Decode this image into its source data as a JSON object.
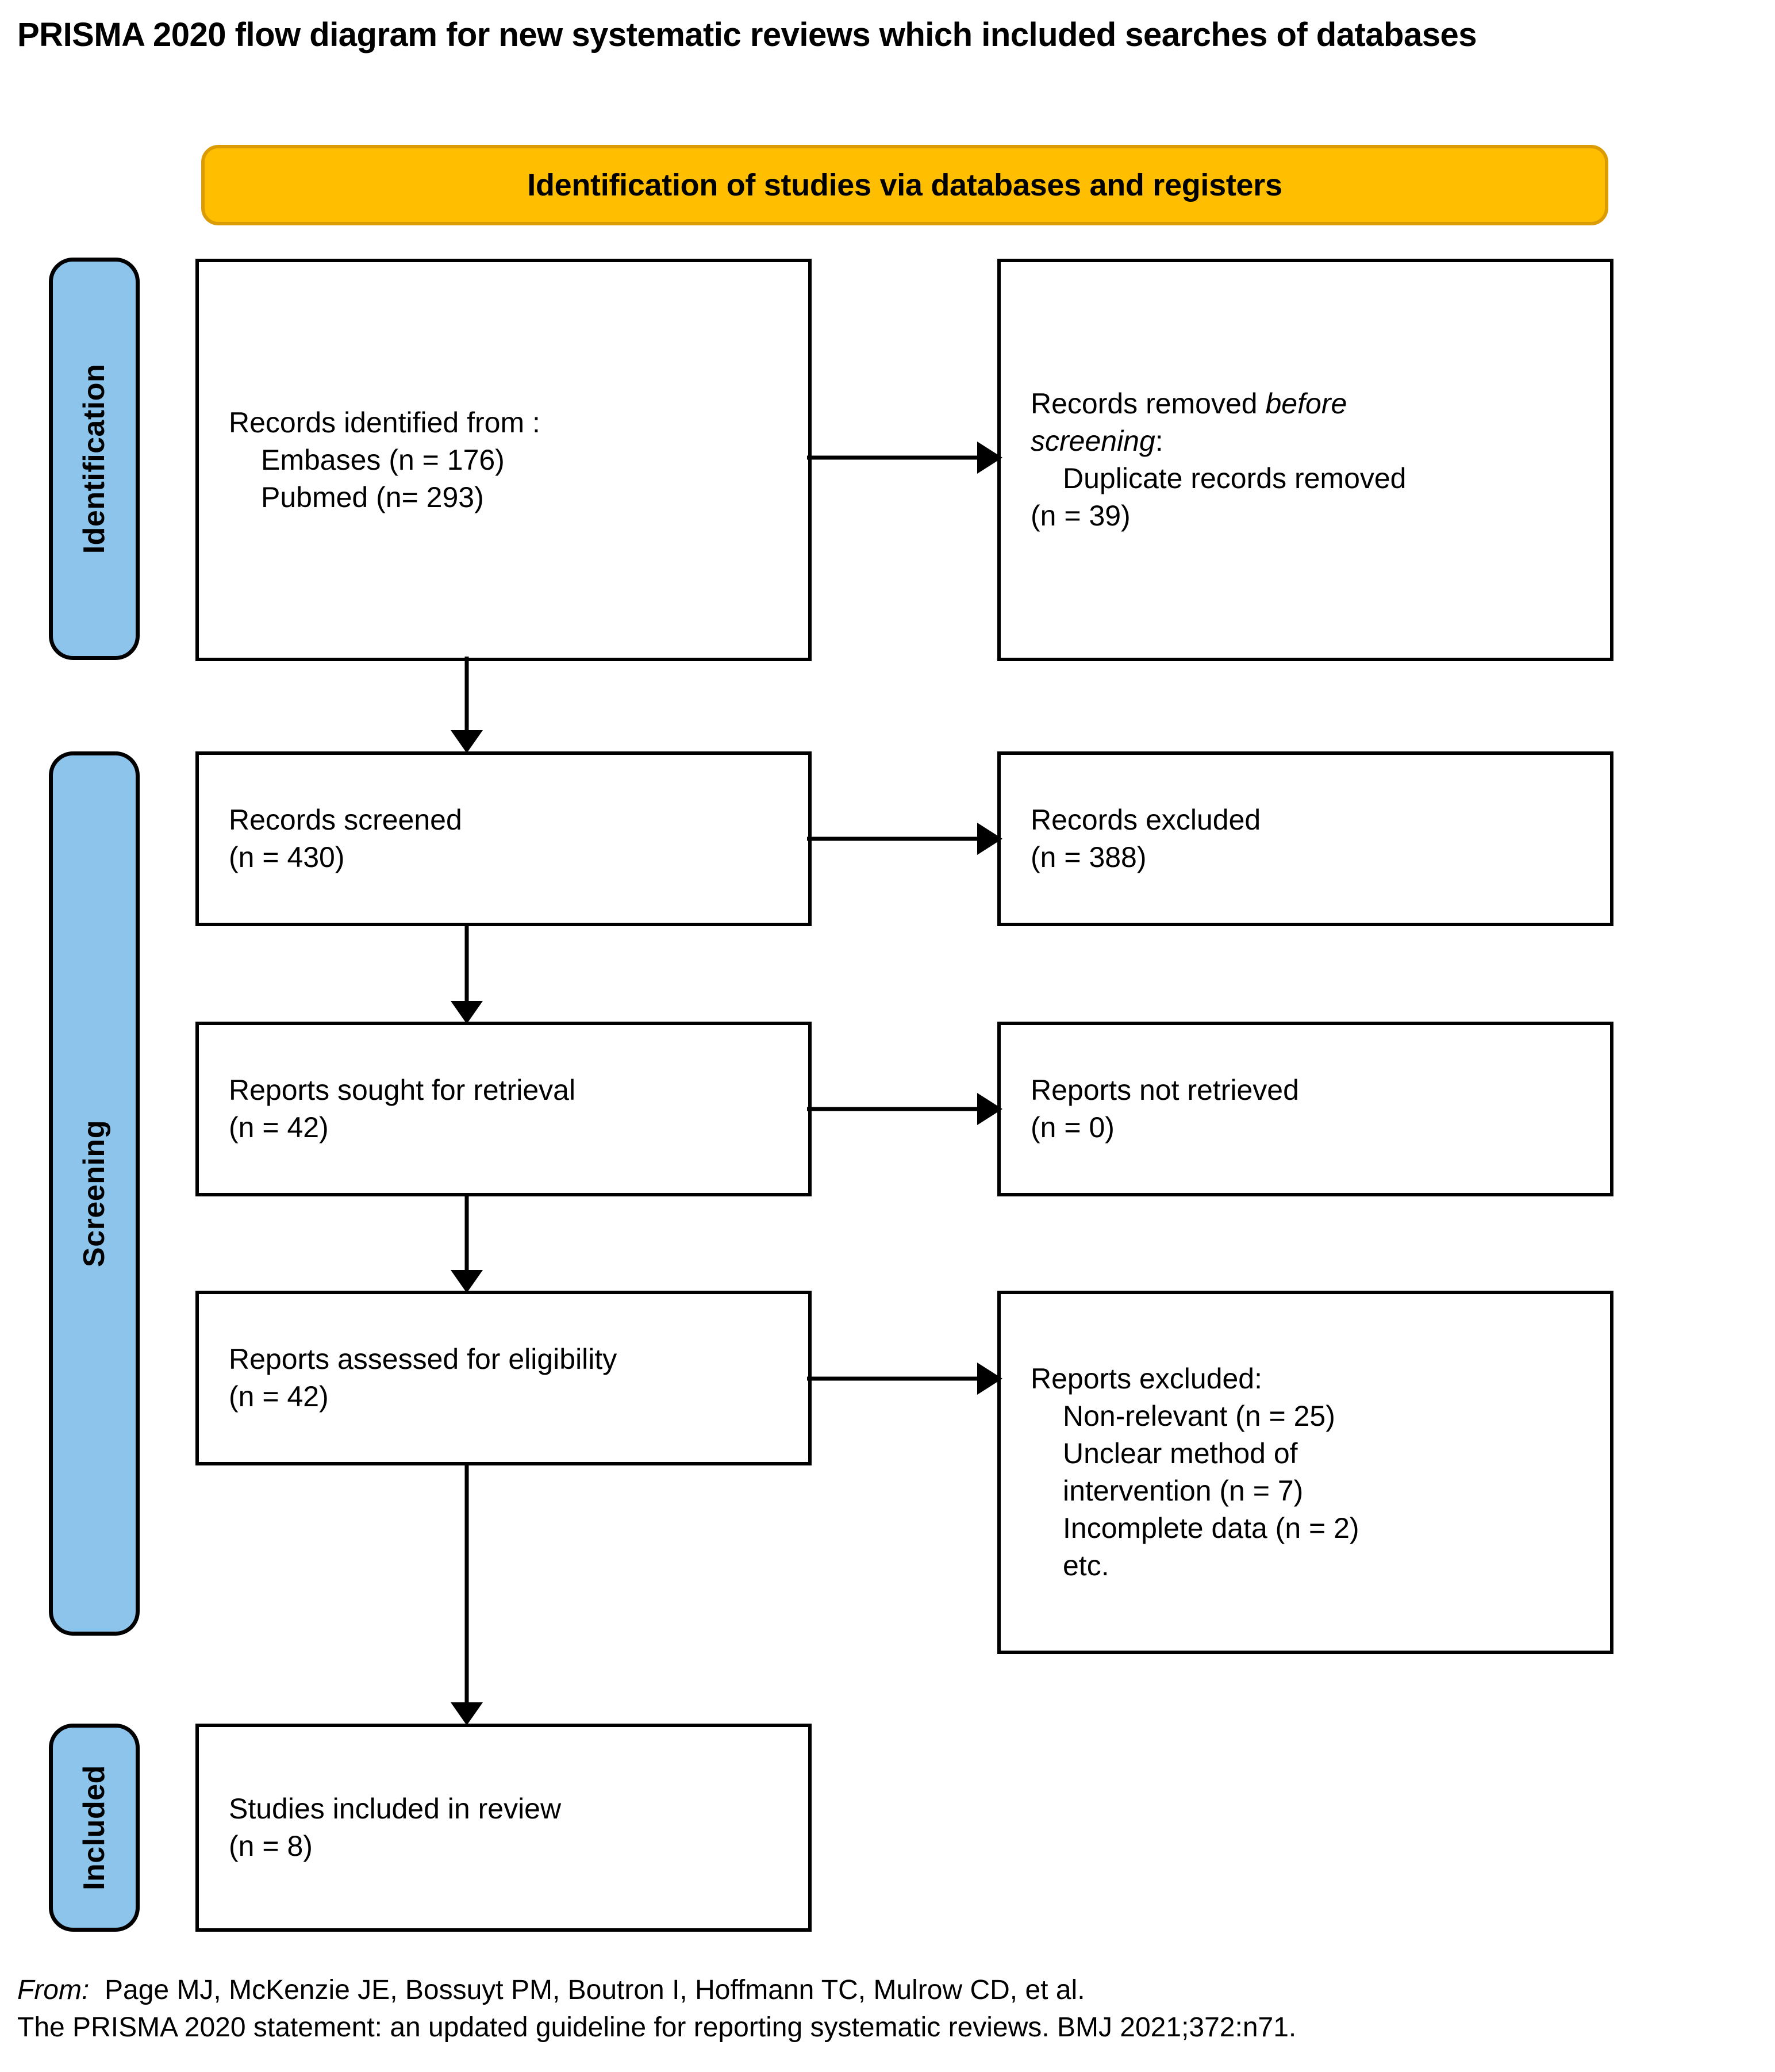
{
  "title": "PRISMA 2020 flow diagram for new systematic reviews which included searches of databases",
  "colors": {
    "stage_bar_fill": "#8CC4EC",
    "banner_fill": "#FFBF00",
    "banner_border": "#DB9B05",
    "box_border": "#000000",
    "text": "#000000",
    "page_background": "#FFFFFF"
  },
  "stages": [
    {
      "id": "identification",
      "label": "Identification"
    },
    {
      "id": "screening",
      "label": "Screening"
    },
    {
      "id": "included",
      "label": "Included"
    }
  ],
  "banner": {
    "label": "Identification of studies via databases and registers"
  },
  "boxes": {
    "identified": {
      "title": "Records identified from :",
      "sources": [
        "Embases (n = 176)",
        "Pubmed (n= 293)"
      ]
    },
    "removed": {
      "line1_plain": "Records removed ",
      "line1_italic": "before",
      "line2_italic": "screening",
      "line2_colon": ":",
      "detail": "Duplicate records removed",
      "detail_n": "(n = 39)"
    },
    "screened": {
      "label": "Records screened",
      "count": "(n = 430)"
    },
    "excluded": {
      "label": "Records excluded",
      "count": "(n = 388)"
    },
    "sought": {
      "label": "Reports sought for retrieval",
      "count": "(n = 42)"
    },
    "not_retrieved": {
      "label": "Reports not retrieved",
      "count": "(n = 0)"
    },
    "assessed": {
      "label": "Reports assessed for eligibility",
      "count": "(n = 42)"
    },
    "reports_excluded": {
      "label": "Reports excluded:",
      "reasons": [
        "Non-relevant (n = 25)",
        "Unclear method of",
        "intervention (n = 7)",
        "Incomplete data (n = 2)",
        "etc."
      ]
    },
    "included": {
      "label": "Studies included in review",
      "count": "(n = 8)"
    }
  },
  "citation": {
    "from_label": "From:",
    "line1": "Page MJ, McKenzie JE, Bossuyt PM, Boutron I, Hoffmann TC, Mulrow CD, et al.",
    "line2": "The PRISMA 2020 statement: an updated guideline for reporting systematic reviews. BMJ 2021;372:n71."
  },
  "chart_data": {
    "type": "diagram",
    "title": "PRISMA 2020 flow diagram for new systematic reviews which included searches of databases",
    "nodes": [
      {
        "id": "identified",
        "stage": "Identification",
        "label": "Records identified from :",
        "values": [
          {
            "source": "Embases",
            "n": 176
          },
          {
            "source": "Pubmed",
            "n": 293
          }
        ]
      },
      {
        "id": "removed",
        "stage": "Identification",
        "label": "Records removed before screening:",
        "values": [
          {
            "source": "Duplicate records removed",
            "n": 39
          }
        ]
      },
      {
        "id": "screened",
        "stage": "Screening",
        "label": "Records screened",
        "n": 430
      },
      {
        "id": "excluded",
        "stage": "Screening",
        "label": "Records excluded",
        "n": 388
      },
      {
        "id": "sought",
        "stage": "Screening",
        "label": "Reports sought for retrieval",
        "n": 42
      },
      {
        "id": "not_retrieved",
        "stage": "Screening",
        "label": "Reports not retrieved",
        "n": 0
      },
      {
        "id": "assessed",
        "stage": "Screening",
        "label": "Reports assessed for eligibility",
        "n": 42
      },
      {
        "id": "reports_excluded",
        "stage": "Screening",
        "label": "Reports excluded:",
        "values": [
          {
            "source": "Non-relevant",
            "n": 25
          },
          {
            "source": "Unclear method of intervention",
            "n": 7
          },
          {
            "source": "Incomplete data",
            "n": 2
          },
          {
            "source": "etc.",
            "n": null
          }
        ]
      },
      {
        "id": "included",
        "stage": "Included",
        "label": "Studies included in review",
        "n": 8
      }
    ],
    "edges": [
      {
        "from": "identified",
        "to": "removed",
        "direction": "right"
      },
      {
        "from": "identified",
        "to": "screened",
        "direction": "down"
      },
      {
        "from": "screened",
        "to": "excluded",
        "direction": "right"
      },
      {
        "from": "screened",
        "to": "sought",
        "direction": "down"
      },
      {
        "from": "sought",
        "to": "not_retrieved",
        "direction": "right"
      },
      {
        "from": "sought",
        "to": "assessed",
        "direction": "down"
      },
      {
        "from": "assessed",
        "to": "reports_excluded",
        "direction": "right"
      },
      {
        "from": "assessed",
        "to": "included",
        "direction": "down"
      }
    ]
  }
}
